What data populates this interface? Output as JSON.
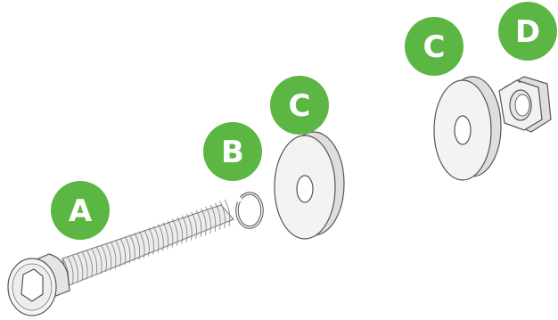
{
  "diagram": {
    "badges": [
      {
        "label": "A"
      },
      {
        "label": "B"
      },
      {
        "label": "C"
      },
      {
        "label": "C"
      },
      {
        "label": "D"
      }
    ],
    "colors": {
      "badge": "#5cb643",
      "part_fill": "#eeeeee",
      "part_shade": "#dcdcdc",
      "outline": "#555555"
    },
    "parts": [
      "socket-head-cap-screw",
      "retaining-ring",
      "flat-washer",
      "flat-washer",
      "hex-nut"
    ]
  }
}
